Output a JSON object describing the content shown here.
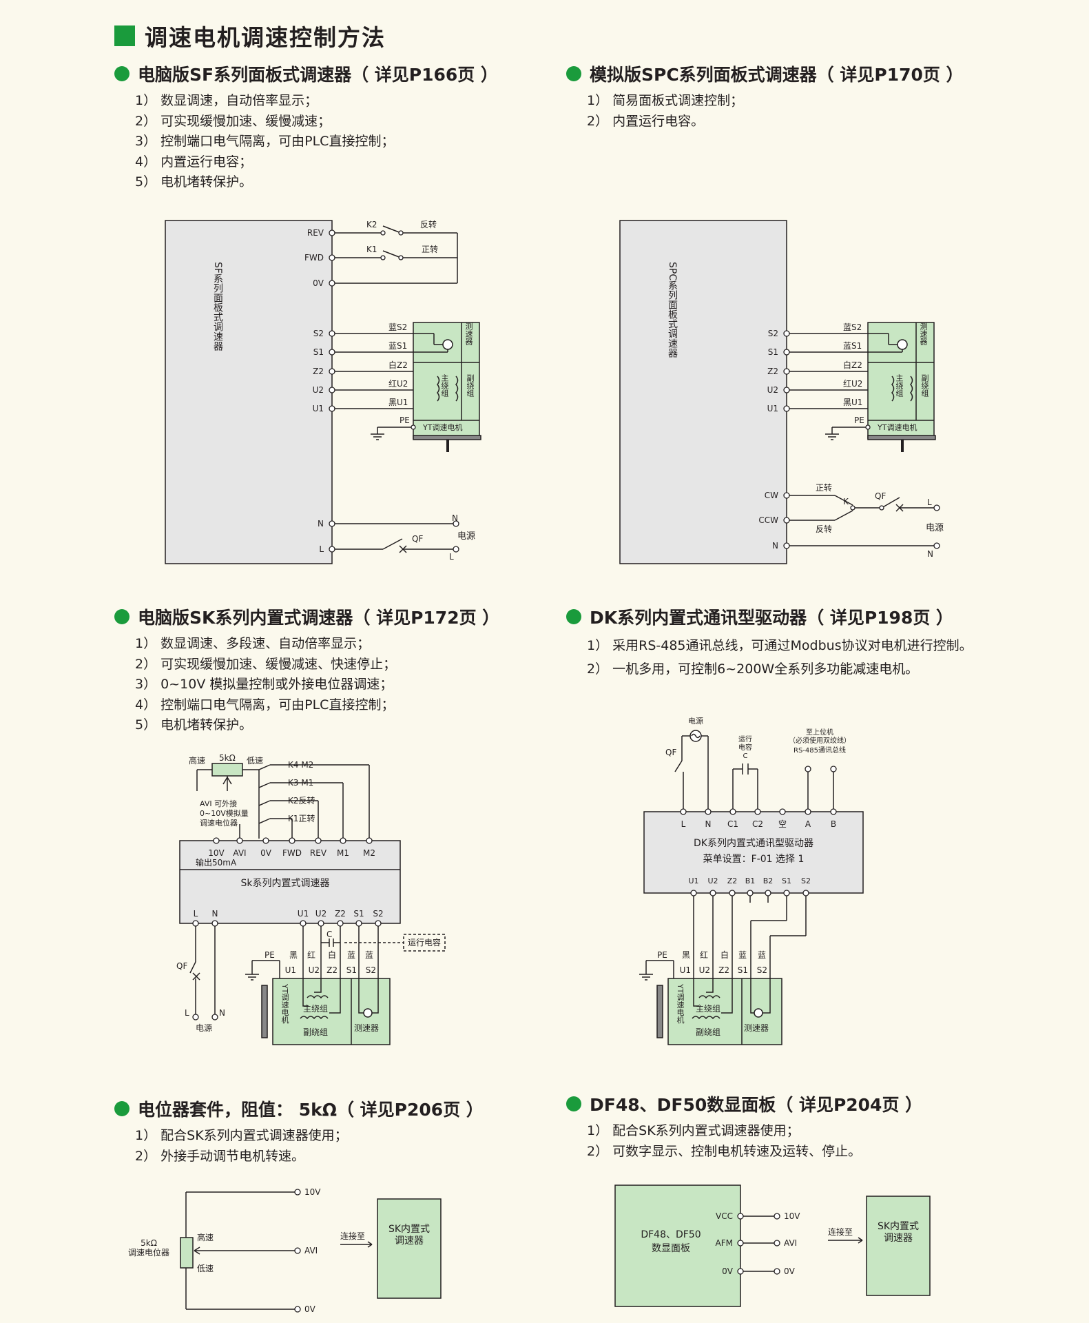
{
  "page_title": "调速电机调速控制方法",
  "accent_color": "#1a9b3c",
  "panel_color": "#c8e6c3",
  "sections": [
    {
      "heading": "电脑版SF系列面板式调速器（ 详见P166页 ）",
      "items": [
        "1） 数显调速，自动倍率显示；",
        "2） 可实现缓慢加速、缓慢减速；",
        "3） 控制端口电气隔离，可由PLC直接控制；",
        "4） 内置运行电容；",
        "5） 电机堵转保护。"
      ]
    },
    {
      "heading": "模拟版SPC系列面板式调速器（ 详见P170页 ）",
      "items": [
        "1） 简易面板式调速控制；",
        "2） 内置运行电容。"
      ]
    },
    {
      "heading": "电脑版SK系列内置式调速器（ 详见P172页 ）",
      "items": [
        "1） 数显调速、多段速、自动倍率显示；",
        "2） 可实现缓慢加速、缓慢减速、快速停止；",
        "3） 0~10V 模拟量控制或外接电位器调速；",
        "4） 控制端口电气隔离，可由PLC直接控制；",
        "5） 电机堵转保护。"
      ]
    },
    {
      "heading": "DK系列内置式通讯型驱动器（ 详见P198页 ）",
      "items": [
        "1） 采用RS-485通讯总线，可通过Modbus协议对电机进行控制。",
        "2） 一机多用，可控制6~200W全系列多功能减速电机。"
      ]
    },
    {
      "heading": "电位器套件，阻值： 5kΩ（ 详见P206页 ）",
      "items": [
        "1） 配合SK系列内置式调速器使用；",
        "2） 外接手动调节电机转速。"
      ]
    },
    {
      "heading": "DF48、DF50数显面板（ 详见P204页 ）",
      "items": [
        "1） 配合SK系列内置式调速器使用；",
        "2） 可数字显示、控制电机转速及运转、停止。"
      ]
    }
  ],
  "diagrams": {
    "sf": {
      "controller": "SF系列面板式调速器",
      "terminals": [
        "REV",
        "FWD",
        "0V",
        "S2",
        "S1",
        "Z2",
        "U2",
        "U1",
        "N",
        "L"
      ],
      "k2": "K2",
      "k1": "K1",
      "reverse": "反转",
      "forward": "正转",
      "wires": [
        "蓝S2",
        "蓝S1",
        "白Z2",
        "红U2",
        "黑U1"
      ],
      "pe": "PE",
      "tacho": "测速器",
      "main_winding": "主绕组",
      "aux_winding": "副绕组",
      "motor": "YT调速电机",
      "n": "N",
      "l": "L",
      "qf": "QF",
      "power": "电源"
    },
    "spc": {
      "controller": "SPC系列面板式调速器",
      "terminals": [
        "S2",
        "S1",
        "Z2",
        "U2",
        "U1",
        "CW",
        "CCW",
        "N"
      ],
      "wires": [
        "蓝S2",
        "蓝S1",
        "白Z2",
        "红U2",
        "黑U1"
      ],
      "pe": "PE",
      "tacho": "测速器",
      "main_winding": "主绕组",
      "aux_winding": "副绕组",
      "motor": "YT调速电机",
      "forward": "正转",
      "reverse": "反转",
      "k": "K",
      "qf": "QF",
      "l": "L",
      "n": "N",
      "power": "电源"
    },
    "sk": {
      "high": "高速",
      "low": "低速",
      "pot": "5kΩ",
      "avi_note": [
        "AVI 可外接",
        "0~10V模拟量",
        "调速电位器"
      ],
      "switches": [
        "K4 M2",
        "K3 M1",
        "K2反转",
        "K1正转"
      ],
      "top_terminals": [
        "10V",
        "AVI",
        "0V",
        "FWD",
        "REV",
        "M1",
        "M2"
      ],
      "output": "输出50mA",
      "name": "Sk系列内置式调速器",
      "bottom_left": [
        "L",
        "N"
      ],
      "bottom_right": [
        "U1",
        "U2",
        "Z2",
        "S1",
        "S2"
      ],
      "c": "C",
      "cap": "运行电容",
      "pe": "PE",
      "colors": [
        "黑",
        "红",
        "白",
        "蓝",
        "蓝"
      ],
      "qf": "QF",
      "l": "L",
      "n": "N",
      "power": "电源",
      "motor": "YT调速电机",
      "main_winding": "主绕组",
      "aux_winding": "副绕组",
      "tacho": "测速器"
    },
    "dk": {
      "power": "电源",
      "qf": "QF",
      "cap_label": [
        "运行",
        "电容",
        "C"
      ],
      "host": [
        "至上位机",
        "（必须使用双绞线）",
        "RS-485通讯总线"
      ],
      "top_terminals": [
        "L",
        "N",
        "C1",
        "C2",
        "空",
        "A",
        "B"
      ],
      "name": "DK系列内置式通讯型驱动器",
      "menu": "菜单设置：F-01  选择 1",
      "bottom_terminals": [
        "U1",
        "U2",
        "Z2",
        "B1",
        "B2",
        "S1",
        "S2"
      ],
      "pe": "PE",
      "colors": [
        "黑",
        "红",
        "白",
        "蓝",
        "蓝"
      ],
      "wires": [
        "U1",
        "U2",
        "Z2",
        "S1",
        "S2"
      ],
      "motor": "YT调速电机",
      "main_winding": "主绕组",
      "aux_winding": "副绕组",
      "tacho": "测速器"
    },
    "pot": {
      "pot_label": [
        "5kΩ",
        "调速电位器"
      ],
      "high": "高速",
      "low": "低速",
      "terminals": [
        "10V",
        "AVI",
        "0V"
      ],
      "connect": "连接至",
      "target": [
        "SK内置式",
        "调速器"
      ]
    },
    "df": {
      "panel": [
        "DF48、DF50",
        "数显面板"
      ],
      "pins": [
        "VCC",
        "AFM",
        "0V"
      ],
      "terminals": [
        "10V",
        "AVI",
        "0V"
      ],
      "connect": "连接至",
      "target": [
        "SK内置式",
        "调速器"
      ]
    }
  }
}
